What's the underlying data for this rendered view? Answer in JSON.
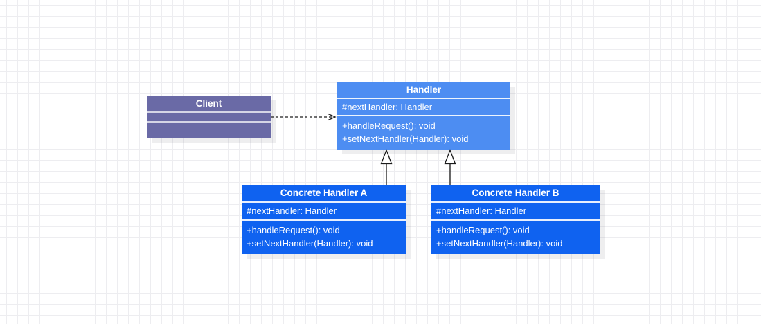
{
  "diagram": {
    "pattern": "Chain of Responsibility UML class diagram",
    "classes": {
      "client": {
        "title": "Client",
        "attributes": [],
        "methods": []
      },
      "handler": {
        "title": "Handler",
        "attributes": [
          "#nextHandler: Handler"
        ],
        "methods": [
          "+handleRequest(): void",
          "+setNextHandler(Handler): void"
        ]
      },
      "concrete_a": {
        "title": "Concrete Handler A",
        "attributes": [
          "#nextHandler: Handler"
        ],
        "methods": [
          "+handleRequest(): void",
          "+setNextHandler(Handler): void"
        ]
      },
      "concrete_b": {
        "title": "Concrete Handler B",
        "attributes": [
          "#nextHandler: Handler"
        ],
        "methods": [
          "+handleRequest(): void",
          "+setNextHandler(Handler): void"
        ]
      }
    },
    "relationships": [
      {
        "from": "Client",
        "to": "Handler",
        "type": "dashed-dependency-arrow"
      },
      {
        "from": "Concrete Handler A",
        "to": "Handler",
        "type": "generalization"
      },
      {
        "from": "Concrete Handler B",
        "to": "Handler",
        "type": "generalization"
      }
    ],
    "colors": {
      "client_fill": "#6a6aa6",
      "handler_fill": "#4d8df2",
      "concrete_fill": "#0f62f0",
      "text": "#ffffff",
      "divider": "#ffffff",
      "arrow_stroke": "#1a1a1a",
      "grid_line": "#ededf0",
      "background": "#ffffff"
    }
  }
}
